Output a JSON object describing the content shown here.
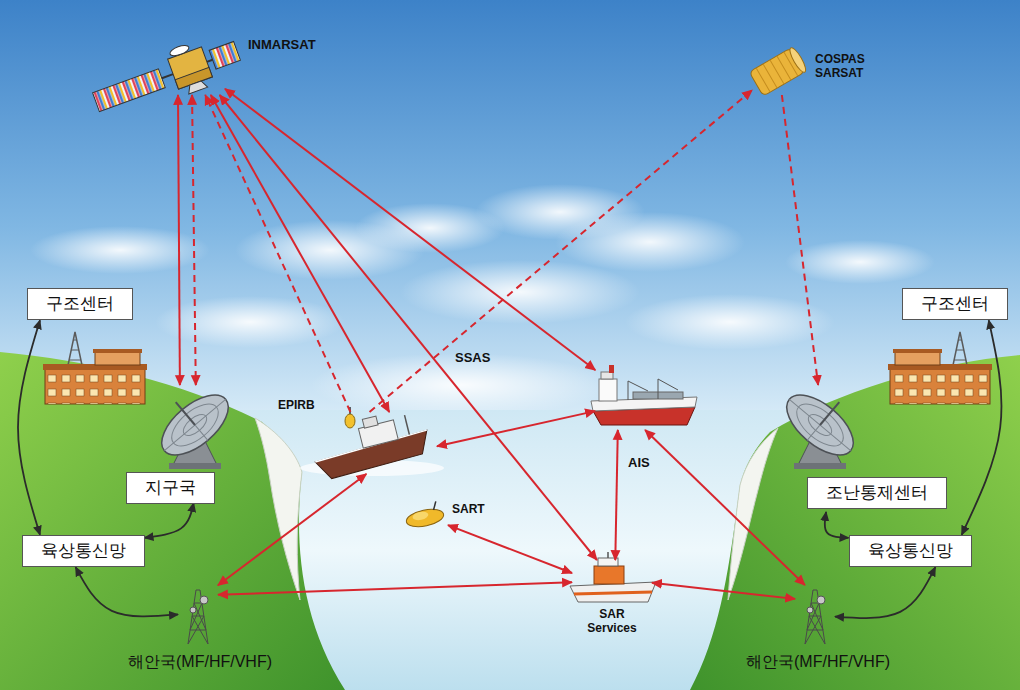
{
  "diagram": {
    "nodes": [
      {
        "text": [
          "INMARSAT"
        ]
      },
      {
        "text": [
          "COSPAS SARSAT"
        ]
      },
      {
        "text": [
          "구조센터"
        ]
      },
      {
        "text": [
          "구조센터"
        ]
      },
      {
        "text": [
          "EPIRB"
        ]
      },
      {
        "text": [
          "AIS"
        ]
      },
      {
        "text": [
          "지구국"
        ]
      },
      {
        "text": [
          "조난통제센터"
        ]
      },
      {
        "text": [
          "SART"
        ]
      },
      {
        "text": [
          "육상통신망"
        ]
      },
      {
        "text": [
          "육상통신망"
        ]
      },
      {
        "text": [
          "SAR Services"
        ]
      },
      {
        "text": [
          "해안국(MF/HF/VHF)"
        ]
      },
      {
        "text": [
          "해안국(MF/HF/VHF)"
        ]
      }
    ],
    "edges": [
      {
        "from": 0,
        "to": 6,
        "arrow": "both"
      },
      {
        "from": 0,
        "to": 6,
        "arrow": "both"
      },
      {
        "from": 4,
        "to": 0,
        "arrow": "to"
      },
      {
        "from": 0,
        "to": 4,
        "arrow": "both"
      },
      {
        "from": 0,
        "to": 11,
        "arrow": "both"
      },
      {
        "from": 0,
        "to": 5,
        "arrow": "both"
      },
      {
        "from": 4,
        "to": 1,
        "arrow": "to"
      },
      {
        "from": 1,
        "to": 7,
        "arrow": "to"
      },
      {
        "from": 5,
        "to": 4,
        "arrow": "both"
      },
      {
        "from": 5,
        "to": 11,
        "arrow": "both"
      },
      {
        "from": 5,
        "to": 13,
        "arrow": "both"
      },
      {
        "from": 12,
        "to": 4,
        "arrow": "both"
      },
      {
        "from": 8,
        "to": 11,
        "arrow": "both"
      },
      {
        "from": 12,
        "to": 11,
        "arrow": "both"
      },
      {
        "from": 11,
        "to": 13,
        "arrow": "both"
      },
      {
        "from": 2,
        "to": 9,
        "arrow": "both"
      },
      {
        "from": 6,
        "to": 9,
        "arrow": "both"
      },
      {
        "from": 9,
        "to": 12,
        "arrow": "both"
      },
      {
        "from": 3,
        "to": 10,
        "arrow": "both"
      },
      {
        "from": 7,
        "to": 10,
        "arrow": "both"
      },
      {
        "from": 10,
        "to": 13,
        "arrow": "both"
      }
    ],
    "labels": [
      "SSAS"
    ]
  }
}
